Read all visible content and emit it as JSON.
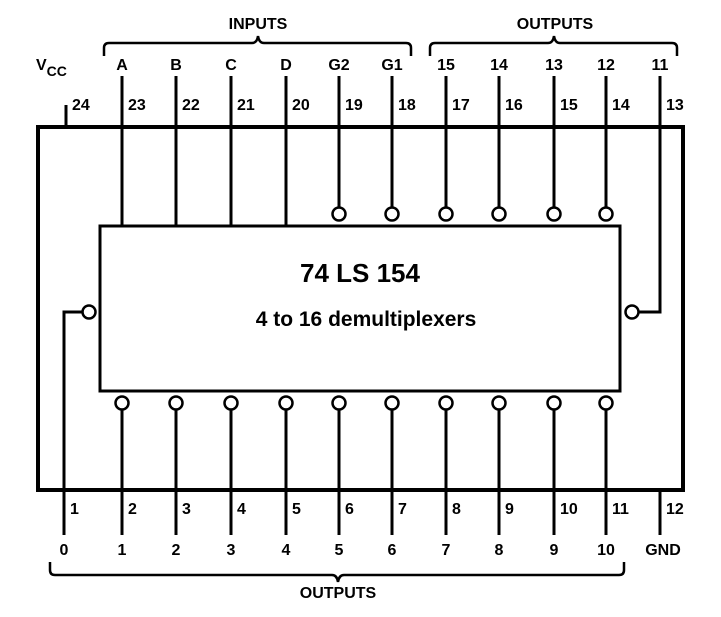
{
  "chip": {
    "part_number": "74 LS 154",
    "description": "4 to 16 demultiplexers"
  },
  "group_labels": {
    "top_inputs": "INPUTS",
    "top_outputs": "OUTPUTS",
    "bottom_outputs": "OUTPUTS"
  },
  "vcc": {
    "main": "V",
    "sub": "CC"
  },
  "top_pins": [
    {
      "pin": "24",
      "signal": "",
      "bubble": false,
      "kind": "vcc"
    },
    {
      "pin": "23",
      "signal": "A",
      "bubble": false,
      "kind": "input"
    },
    {
      "pin": "22",
      "signal": "B",
      "bubble": false,
      "kind": "input"
    },
    {
      "pin": "21",
      "signal": "C",
      "bubble": false,
      "kind": "input"
    },
    {
      "pin": "20",
      "signal": "D",
      "bubble": false,
      "kind": "input"
    },
    {
      "pin": "19",
      "signal": "G2",
      "bubble": true,
      "kind": "input"
    },
    {
      "pin": "18",
      "signal": "G1",
      "bubble": true,
      "kind": "input"
    },
    {
      "pin": "17",
      "signal": "15",
      "bubble": true,
      "kind": "output"
    },
    {
      "pin": "16",
      "signal": "14",
      "bubble": true,
      "kind": "output"
    },
    {
      "pin": "15",
      "signal": "13",
      "bubble": true,
      "kind": "output"
    },
    {
      "pin": "14",
      "signal": "12",
      "bubble": true,
      "kind": "output"
    },
    {
      "pin": "13",
      "signal": "11",
      "bubble": true,
      "kind": "output"
    }
  ],
  "bottom_pins": [
    {
      "pin": "1",
      "signal": "0",
      "bubble": true,
      "kind": "output"
    },
    {
      "pin": "2",
      "signal": "1",
      "bubble": true,
      "kind": "output"
    },
    {
      "pin": "3",
      "signal": "2",
      "bubble": true,
      "kind": "output"
    },
    {
      "pin": "4",
      "signal": "3",
      "bubble": true,
      "kind": "output"
    },
    {
      "pin": "5",
      "signal": "4",
      "bubble": true,
      "kind": "output"
    },
    {
      "pin": "6",
      "signal": "5",
      "bubble": true,
      "kind": "output"
    },
    {
      "pin": "7",
      "signal": "6",
      "bubble": true,
      "kind": "output"
    },
    {
      "pin": "8",
      "signal": "7",
      "bubble": true,
      "kind": "output"
    },
    {
      "pin": "9",
      "signal": "8",
      "bubble": true,
      "kind": "output"
    },
    {
      "pin": "10",
      "signal": "9",
      "bubble": true,
      "kind": "output"
    },
    {
      "pin": "11",
      "signal": "10",
      "bubble": true,
      "kind": "output"
    },
    {
      "pin": "12",
      "signal": "GND",
      "bubble": false,
      "kind": "gnd"
    }
  ]
}
